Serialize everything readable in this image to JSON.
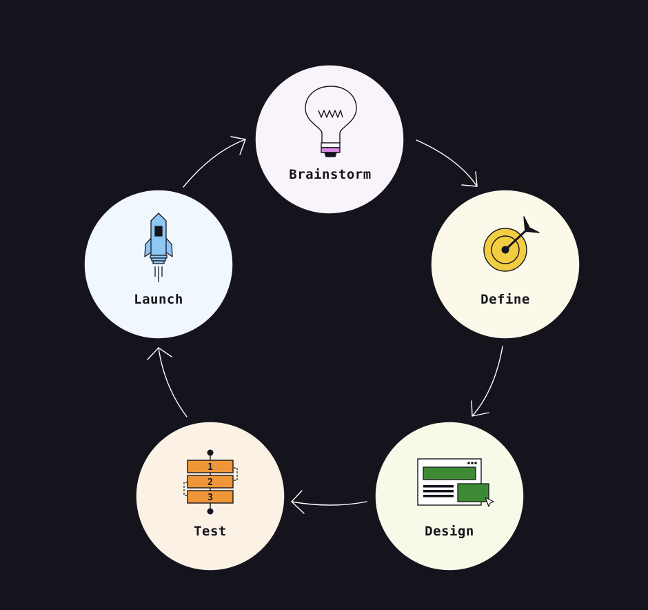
{
  "stages": [
    {
      "id": "brainstorm",
      "label": "Brainstorm",
      "icon": "lightbulb-icon",
      "color": "#f9f3fb"
    },
    {
      "id": "define",
      "label": "Define",
      "icon": "target-icon",
      "color": "#fdf9ea"
    },
    {
      "id": "design",
      "label": "Design",
      "icon": "layout-icon",
      "color": "#f5fbe8"
    },
    {
      "id": "test",
      "label": "Test",
      "icon": "steps-icon",
      "color": "#fbf1e5"
    },
    {
      "id": "launch",
      "label": "Launch",
      "icon": "rocket-icon",
      "color": "#f1f8fd"
    }
  ],
  "test_steps": [
    "1",
    "2",
    "3"
  ],
  "colors": {
    "background": "#15141d",
    "outline": "#15141d",
    "arrow": "#ffffff",
    "bulb_base": "#d98ce0",
    "target_fill": "#f2cd42",
    "design_green": "#3e8a34",
    "test_orange": "#ef9738",
    "rocket_blue": "#8ec7f4"
  }
}
